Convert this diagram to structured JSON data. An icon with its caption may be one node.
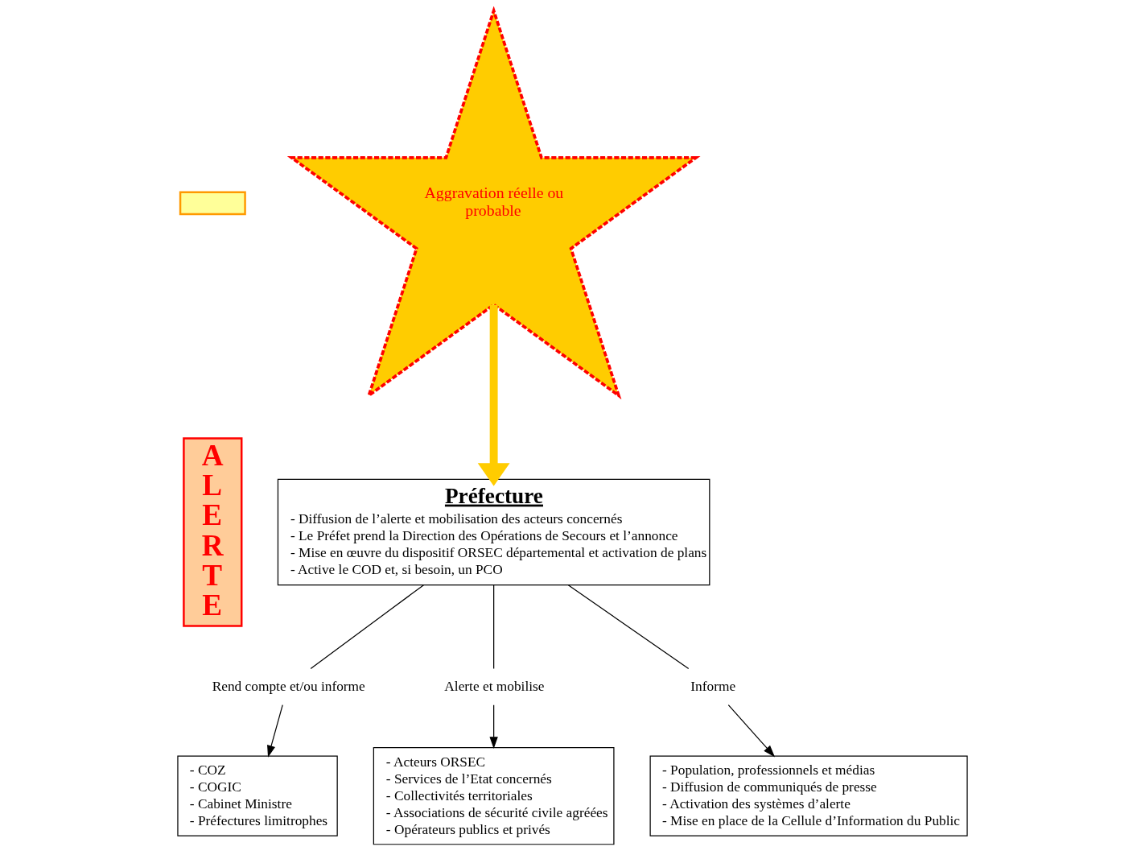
{
  "diagram": {
    "nodes": [
      {
        "text": [],
        "shape": "box"
      },
      {
        "text": [
          "ALERTE"
        ]
      },
      {
        "text": [
          "Aggravation réelle ou probable"
        ]
      },
      {
        "text": [
          "Préfecture",
          "- Diffusion de l’alerte et mobilisation des acteurs concernés",
          "- Le Préfet prend la Direction des Opérations de Secours et l’annonce",
          "- Mise en œuvre du dispositif ORSEC départemental et activation de plans",
          "- Active le COD et, si besoin, un PCO"
        ]
      },
      {
        "text": [
          "Rend compte et/ou informe"
        ]
      },
      {
        "text": [
          "Alerte et mobilise"
        ]
      },
      {
        "text": [
          "Informe"
        ]
      },
      {
        "text": [
          "- COZ",
          "- COGIC",
          "- Cabinet Ministre",
          "- Préfectures limitrophes"
        ]
      },
      {
        "text": [
          "- Acteurs ORSEC",
          "- Services de l’Etat concernés",
          "- Collectivités territoriales",
          "- Associations de sécurité civile agréées",
          "- Opérateurs publics et privés"
        ]
      },
      {
        "text": [
          "- Population, professionnels et médias",
          "- Diffusion de communiqués de presse",
          "- Activation des systèmes d’alerte",
          "- Mise en place de la Cellule d’Information du Public"
        ]
      }
    ],
    "edges": [
      {
        "from": 2,
        "to": 3,
        "arrow": "to",
        "style": "thick",
        "color": "#ffcc00"
      },
      {
        "from": 3,
        "to": 4,
        "arrow": "none"
      },
      {
        "from": 3,
        "to": 5,
        "arrow": "none"
      },
      {
        "from": 3,
        "to": 6,
        "arrow": "none"
      },
      {
        "from": 4,
        "to": 7,
        "arrow": "to"
      },
      {
        "from": 5,
        "to": 8,
        "arrow": "to"
      },
      {
        "from": 6,
        "to": 9,
        "arrow": "to"
      }
    ]
  }
}
